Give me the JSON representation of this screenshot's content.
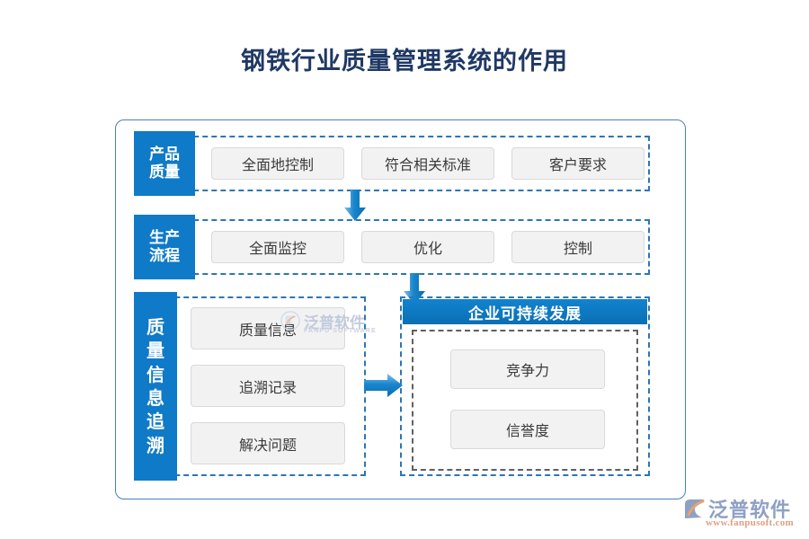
{
  "title": "钢铁行业质量管理系统的作用",
  "colors": {
    "title_navy": "#1f3864",
    "accent_blue": "#0f7ac7",
    "panel_border": "#4a7ebb",
    "dashed_blue": "#2e75b6",
    "chip_bg": "#f2f2f2",
    "inner_dashed_grey": "#606060"
  },
  "rows": [
    {
      "label": "产品\n质量",
      "label_line1": "产品",
      "label_line2": "质量",
      "items": [
        "全面地控制",
        "符合相关标准",
        "客户要求"
      ]
    },
    {
      "label": "生产\n流程",
      "label_line1": "生产",
      "label_line2": "流程",
      "items": [
        "全面监控",
        "优化",
        "控制"
      ]
    }
  ],
  "trace_block": {
    "label_chars": [
      "质",
      "量",
      "信",
      "息",
      "追",
      "溯"
    ],
    "items": [
      "质量信息",
      "追溯记录",
      "解决问题"
    ]
  },
  "result_block": {
    "header": "企业可持续发展",
    "items": [
      "竞争力",
      "信誉度"
    ]
  },
  "arrows": [
    {
      "name": "arrow-row1-to-row2",
      "direction": "down"
    },
    {
      "name": "arrow-row2-to-result",
      "direction": "down"
    },
    {
      "name": "arrow-trace-to-result",
      "direction": "right"
    }
  ],
  "watermark": {
    "brand": "泛普软件",
    "sub": "FANPU SOFTWARE"
  },
  "logo": {
    "brand": "泛普软件",
    "url": "www.fanpusoft.com"
  }
}
